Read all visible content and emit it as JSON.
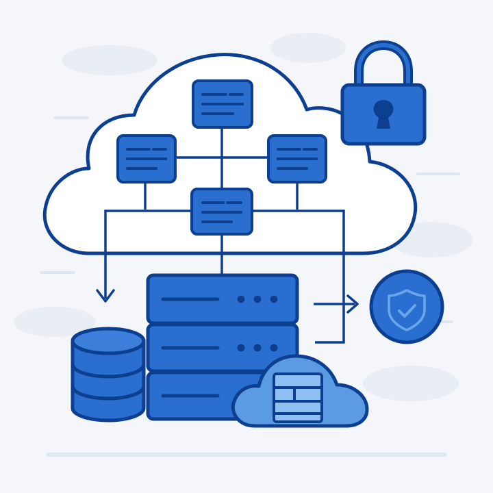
{
  "colors": {
    "background": "#f4f6fa",
    "outline": "#0d3f91",
    "primary_blue": "#2a6fd0",
    "light_blue": "#5b9be4",
    "cloud_fill": "#ffffff",
    "haze": "#e8ecf3"
  },
  "icons": [
    "cloud-icon",
    "document-node-icon",
    "padlock-icon",
    "shield-check-icon",
    "database-icon",
    "server-rack-icon",
    "cloud-storage-icon"
  ],
  "diagram": {
    "nodes": [
      {
        "id": "top",
        "label": ""
      },
      {
        "id": "left",
        "label": ""
      },
      {
        "id": "right",
        "label": ""
      },
      {
        "id": "center",
        "label": ""
      }
    ],
    "connections": [
      [
        "top",
        "center"
      ],
      [
        "left",
        "center"
      ],
      [
        "right",
        "center"
      ],
      [
        "center",
        "server"
      ],
      [
        "left",
        "database"
      ],
      [
        "right",
        "shield"
      ]
    ]
  }
}
